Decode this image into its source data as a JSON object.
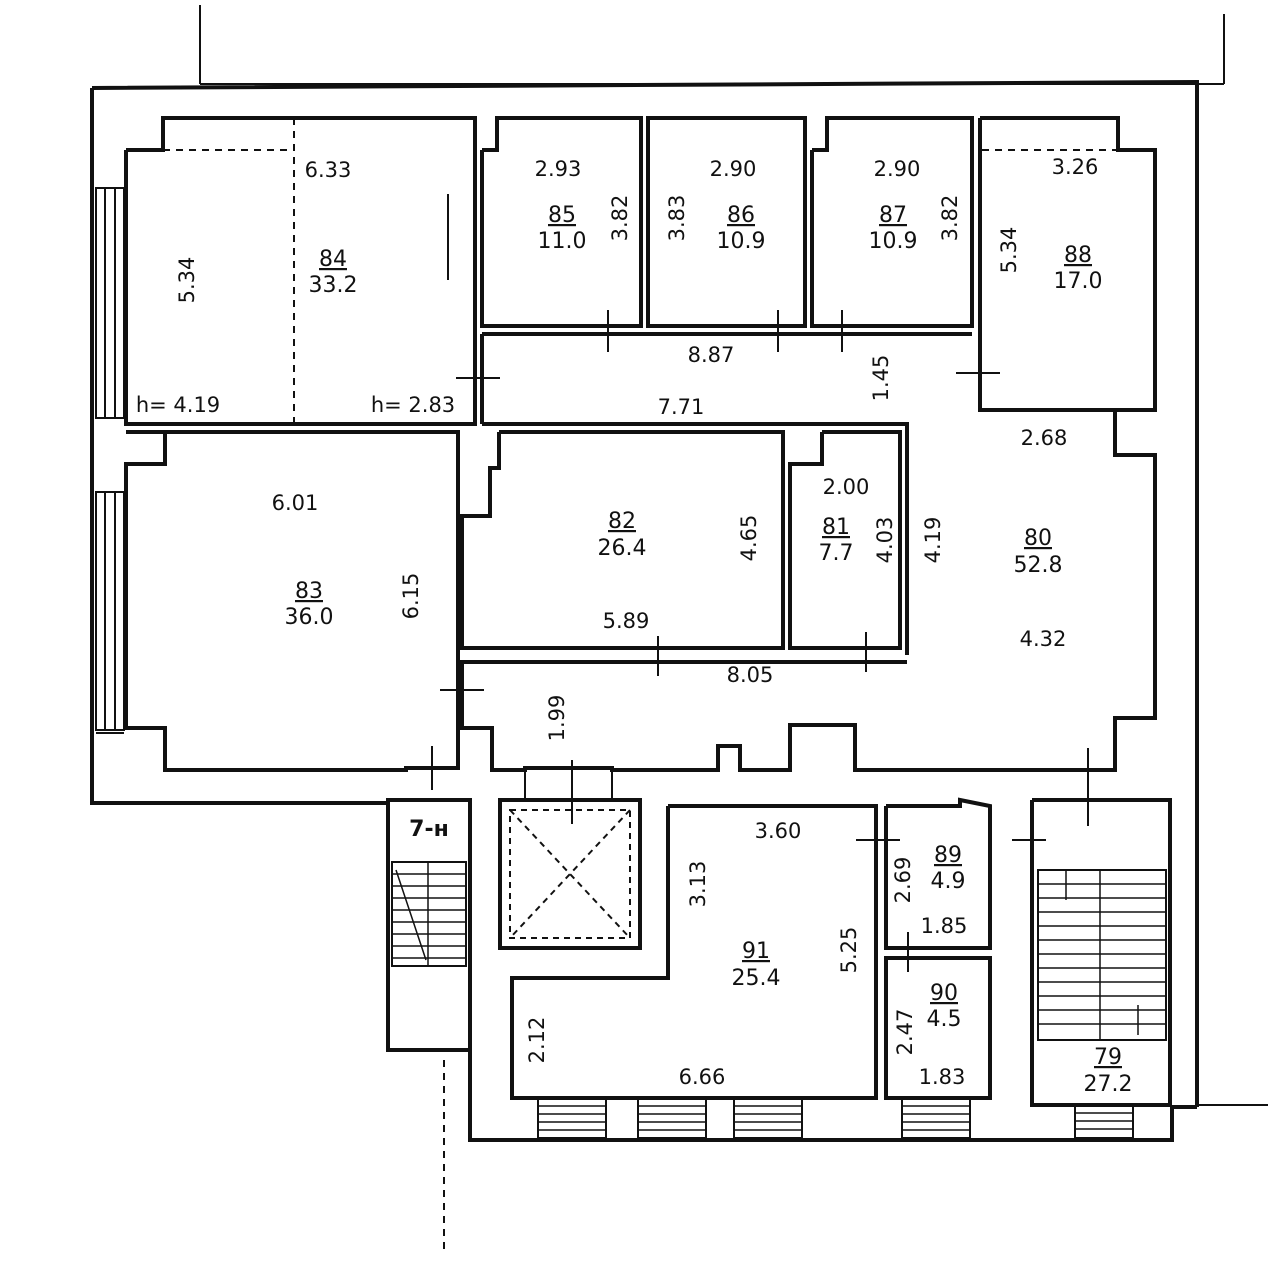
{
  "rooms": [
    {
      "id": "84",
      "area": "33.2"
    },
    {
      "id": "85",
      "area": "11.0"
    },
    {
      "id": "86",
      "area": "10.9"
    },
    {
      "id": "87",
      "area": "10.9"
    },
    {
      "id": "88",
      "area": "17.0"
    },
    {
      "id": "83",
      "area": "36.0"
    },
    {
      "id": "82",
      "area": "26.4"
    },
    {
      "id": "81",
      "area": "7.7"
    },
    {
      "id": "80",
      "area": "52.8"
    },
    {
      "id": "91",
      "area": "25.4"
    },
    {
      "id": "89",
      "area": "4.9"
    },
    {
      "id": "90",
      "area": "4.5"
    },
    {
      "id": "79",
      "area": "27.2"
    }
  ],
  "dimensions": [
    "6.33",
    "5.34",
    "h= 4.19",
    "h= 2.83",
    "2.93",
    "3.82",
    "3.83",
    "2.90",
    "2.90",
    "3.82",
    "3.26",
    "5.34",
    "8.87",
    "1.45",
    "7.71",
    "6.01",
    "6.15",
    "4.65",
    "5.89",
    "2.00",
    "4.03",
    "4.19",
    "2.68",
    "4.32",
    "8.05",
    "1.99",
    "3.60",
    "3.13",
    "5.25",
    "2.12",
    "6.66",
    "2.69",
    "1.85",
    "2.47",
    "1.83"
  ],
  "stair_label": "7-н"
}
